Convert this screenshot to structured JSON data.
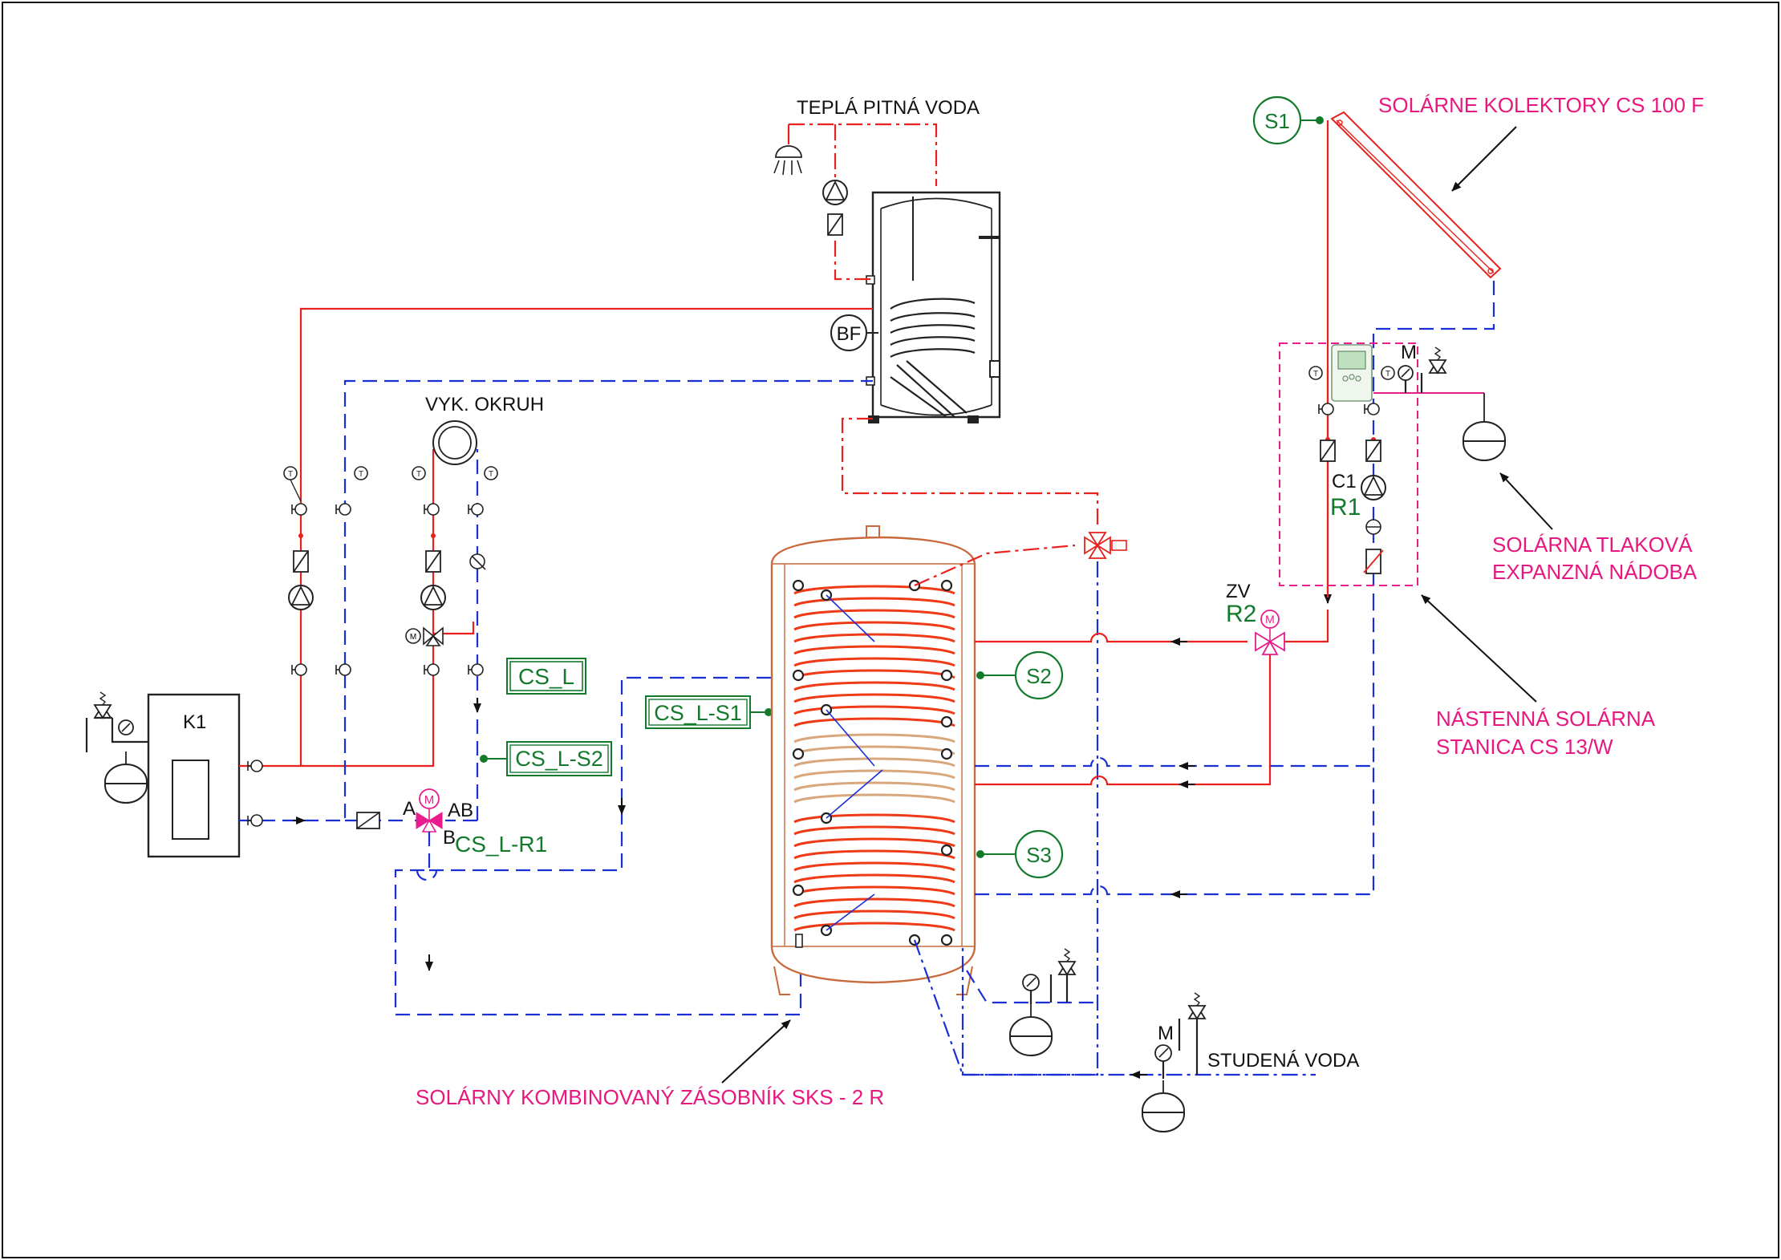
{
  "labels": {
    "tepla_voda": "TEPLÁ PITNÁ VODA",
    "vyk_okruh": "VYK. OKRUH",
    "studena_voda": "STUDENÁ VODA",
    "kolektory": "SOLÁRNE KOLEKTORY CS 100 F",
    "expanzna_line1": "SOLÁRNA TLAKOVÁ",
    "expanzna_line2": "EXPANZNÁ NÁDOBA",
    "stanica_line1": "NÁSTENNÁ SOLÁRNA",
    "stanica_line2": "STANICA CS 13/W",
    "zasobnik": "SOLÁRNY KOMBINOVANÝ ZÁSOBNÍK SKS - 2 R",
    "k1": "K1",
    "bf": "BF",
    "s1": "S1",
    "s2": "S2",
    "s3": "S3",
    "cs_l": "CS_L",
    "cs_l_s1": "CS_L-S1",
    "cs_l_s2": "CS_L-S2",
    "cs_l_r1": "CS_L-R1",
    "zv": "ZV",
    "r2": "R2",
    "c1": "C1",
    "r1": "R1",
    "valve_a": "A",
    "valve_ab": "AB",
    "valve_b": "B",
    "m": "M",
    "t": "T"
  },
  "colors": {
    "hot": "#e8211c",
    "cold": "#1b2fd6",
    "sensor": "#137a2c",
    "annotation": "#e8177f",
    "coil_upper": "#ee3a16",
    "coil_lower": "#d9a77c"
  }
}
